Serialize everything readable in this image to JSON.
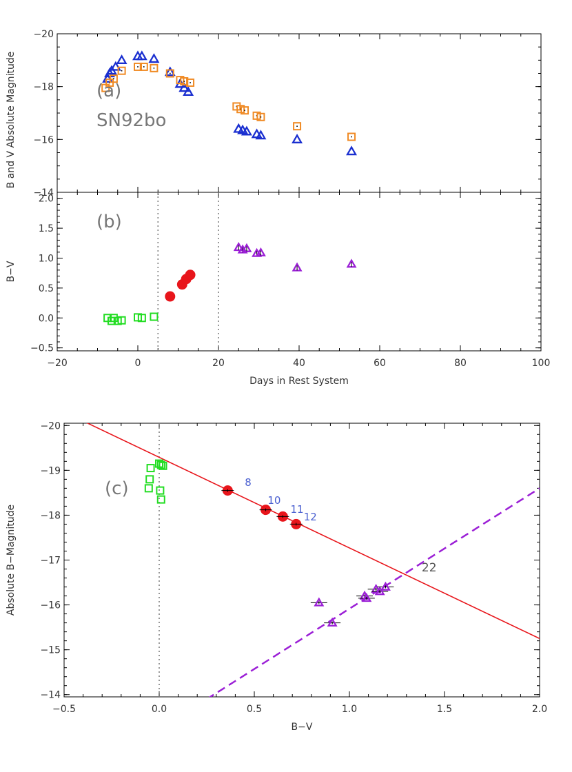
{
  "chart_data": [
    {
      "type": "scatter",
      "panel_label": "(a)",
      "object_label": "SN92bo",
      "ylabel": "B and V Absolute Magnitude",
      "xlim": [
        -20,
        100
      ],
      "ylim": [
        -20,
        -14
      ],
      "y_inverted": true,
      "yticks": [
        -20,
        -18,
        -16,
        -14
      ],
      "series": [
        {
          "marker": "triangle",
          "color": "#1a2fd0",
          "points": [
            [
              -7.5,
              -18.3
            ],
            [
              -7,
              -18.5
            ],
            [
              -6.5,
              -18.6
            ],
            [
              -5.5,
              -18.75
            ],
            [
              -4,
              -19.0
            ],
            [
              0,
              -19.15
            ],
            [
              1,
              -19.15
            ],
            [
              4,
              -19.05
            ],
            [
              8,
              -18.55
            ],
            [
              10.5,
              -18.1
            ],
            [
              11.5,
              -17.95
            ],
            [
              12.5,
              -17.8
            ],
            [
              25,
              -16.4
            ],
            [
              26,
              -16.35
            ],
            [
              27,
              -16.3
            ],
            [
              29.5,
              -16.2
            ],
            [
              30.5,
              -16.15
            ],
            [
              39.5,
              -16.0
            ],
            [
              53,
              -15.55
            ]
          ]
        },
        {
          "marker": "square",
          "color": "#f08a24",
          "points": [
            [
              -8,
              -17.95
            ],
            [
              -7,
              -18.15
            ],
            [
              -6,
              -18.3
            ],
            [
              -4,
              -18.6
            ],
            [
              0,
              -18.75
            ],
            [
              1.5,
              -18.75
            ],
            [
              4,
              -18.7
            ],
            [
              8,
              -18.5
            ],
            [
              10.5,
              -18.25
            ],
            [
              11.5,
              -18.2
            ],
            [
              13,
              -18.15
            ],
            [
              24.5,
              -17.25
            ],
            [
              25.5,
              -17.15
            ],
            [
              26.5,
              -17.1
            ],
            [
              29.5,
              -16.9
            ],
            [
              30.5,
              -16.85
            ],
            [
              39.5,
              -16.5
            ],
            [
              53,
              -16.1
            ]
          ]
        }
      ]
    },
    {
      "type": "scatter",
      "panel_label": "(b)",
      "xlabel": "Days in Rest System",
      "ylabel": "B−V",
      "xlim": [
        -20,
        100
      ],
      "ylim": [
        -0.55,
        2.1
      ],
      "xticks": [
        -20,
        0,
        20,
        40,
        60,
        80,
        100
      ],
      "yticks": [
        -0.5,
        0.0,
        0.5,
        1.0,
        1.5,
        2.0
      ],
      "xtick_labels": [
        "−20",
        "0",
        "20",
        "40",
        "60",
        "80",
        "100"
      ],
      "ytick_labels": [
        "−0.5",
        "0.0",
        "0.5",
        "1.0",
        "1.5",
        "2.0"
      ],
      "vlines": [
        5,
        20
      ],
      "series": [
        {
          "marker": "square",
          "color": "#22dd22",
          "points": [
            [
              -7.5,
              0.0
            ],
            [
              -6.5,
              -0.05
            ],
            [
              -6,
              0.0
            ],
            [
              -5,
              -0.05
            ],
            [
              -4,
              -0.04
            ],
            [
              0,
              0.01
            ],
            [
              1,
              0.0
            ],
            [
              4,
              0.02
            ]
          ]
        },
        {
          "marker": "circle",
          "color": "#e8151b",
          "points": [
            [
              8,
              0.36
            ],
            [
              11,
              0.56
            ],
            [
              12,
              0.65
            ],
            [
              13,
              0.72
            ]
          ]
        },
        {
          "marker": "triangle",
          "color": "#9b1fd6",
          "points": [
            [
              25,
              1.18
            ],
            [
              26,
              1.14
            ],
            [
              27,
              1.16
            ],
            [
              29.5,
              1.08
            ],
            [
              30.5,
              1.09
            ],
            [
              39.5,
              0.84
            ],
            [
              53,
              0.9
            ]
          ]
        }
      ]
    },
    {
      "type": "scatter",
      "panel_label": "(c)",
      "xlabel": "B−V",
      "ylabel": "Absolute B−Magnitude",
      "xlim": [
        -0.5,
        2.0
      ],
      "ylim": [
        -20.05,
        -13.95
      ],
      "y_inverted": true,
      "xticks": [
        -0.5,
        0.0,
        0.5,
        1.0,
        1.5,
        2.0
      ],
      "yticks": [
        -20,
        -19,
        -18,
        -17,
        -16,
        -15,
        -14
      ],
      "xtick_labels": [
        "−0.5",
        "0.0",
        "0.5",
        "1.0",
        "1.5",
        "2.0"
      ],
      "ytick_labels": [
        "−20",
        "−19",
        "−18",
        "−17",
        "−16",
        "−15",
        "−14"
      ],
      "vlines": [
        0.0
      ],
      "lines": [
        {
          "style": "solid",
          "color": "#e8151b",
          "points": [
            [
              -0.5,
              -20.3
            ],
            [
              2.0,
              -15.25
            ]
          ]
        },
        {
          "style": "dashed",
          "color": "#9b1fd6",
          "points": [
            [
              0.25,
              -13.9
            ],
            [
              2.0,
              -18.6
            ]
          ]
        }
      ],
      "series": [
        {
          "marker": "square",
          "color": "#22dd22",
          "points": [
            [
              -0.055,
              -18.6
            ],
            [
              -0.05,
              -18.8
            ],
            [
              -0.045,
              -19.05
            ],
            [
              0.0,
              -19.15
            ],
            [
              0.01,
              -19.12
            ],
            [
              0.02,
              -19.1
            ],
            [
              0.005,
              -18.55
            ],
            [
              0.01,
              -18.35
            ]
          ]
        },
        {
          "marker": "circle",
          "color": "#e8151b",
          "points": [
            [
              0.36,
              -18.55
            ],
            [
              0.56,
              -18.12
            ],
            [
              0.65,
              -17.97
            ],
            [
              0.72,
              -17.8
            ]
          ]
        },
        {
          "marker": "triangle",
          "color": "#9b1fd6",
          "points": [
            [
              0.84,
              -16.05
            ],
            [
              0.91,
              -15.6
            ],
            [
              1.08,
              -16.2
            ],
            [
              1.09,
              -16.15
            ],
            [
              1.14,
              -16.35
            ],
            [
              1.16,
              -16.3
            ],
            [
              1.19,
              -16.4
            ]
          ]
        }
      ],
      "point_labels": [
        {
          "text": "8",
          "x": 0.45,
          "y": -18.65
        },
        {
          "text": "10",
          "x": 0.57,
          "y": -18.25
        },
        {
          "text": "11",
          "x": 0.69,
          "y": -18.05
        },
        {
          "text": "12",
          "x": 0.76,
          "y": -17.88
        }
      ],
      "annotation": {
        "text": "22",
        "x": 1.38,
        "y": -16.75
      }
    }
  ]
}
